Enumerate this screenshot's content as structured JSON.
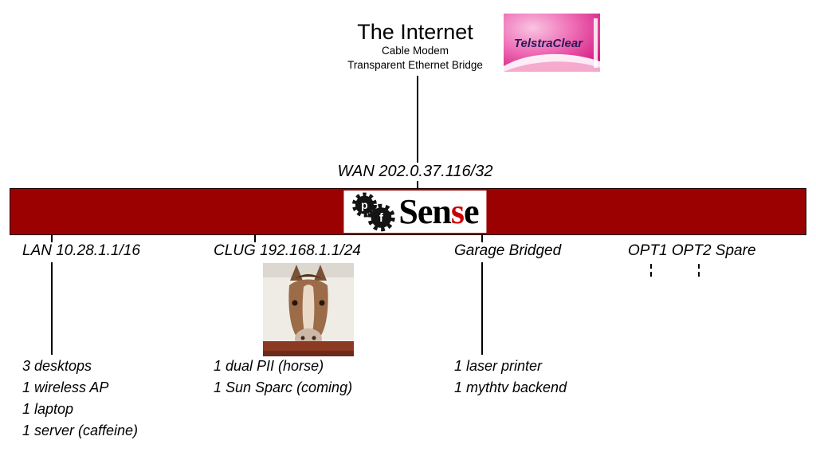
{
  "internet": {
    "title": "The Internet",
    "subtitle1": "Cable Modem",
    "subtitle2": "Transparent Ethernet Bridge"
  },
  "isp": {
    "name": "TelstraClear"
  },
  "wan": {
    "label": "WAN 202.0.37.116/32"
  },
  "firewall": {
    "gear_letter_p": "p",
    "gear_letter_f": "f",
    "name_black_1": "Sen",
    "name_red": "s",
    "name_black_2": "e"
  },
  "interfaces": {
    "lan": {
      "label": "LAN 10.28.1.1/16",
      "devices": [
        "3 desktops",
        "1 wireless AP",
        "1 laptop",
        "1 server (caffeine)"
      ]
    },
    "clug": {
      "label": "CLUG 192.168.1.1/24",
      "devices": [
        "1 dual PII (horse)",
        "1 Sun Sparc (coming)"
      ]
    },
    "garage": {
      "label": "Garage Bridged",
      "devices": [
        "1 laser printer",
        "1 mythtv backend"
      ]
    },
    "opt": {
      "label": "OPT1 OPT2 Spare",
      "devices": []
    }
  },
  "colors": {
    "firewall_bar": "#9b0101",
    "pfsense_red": "#cc0000",
    "isp_pink": "#d40f7d"
  }
}
